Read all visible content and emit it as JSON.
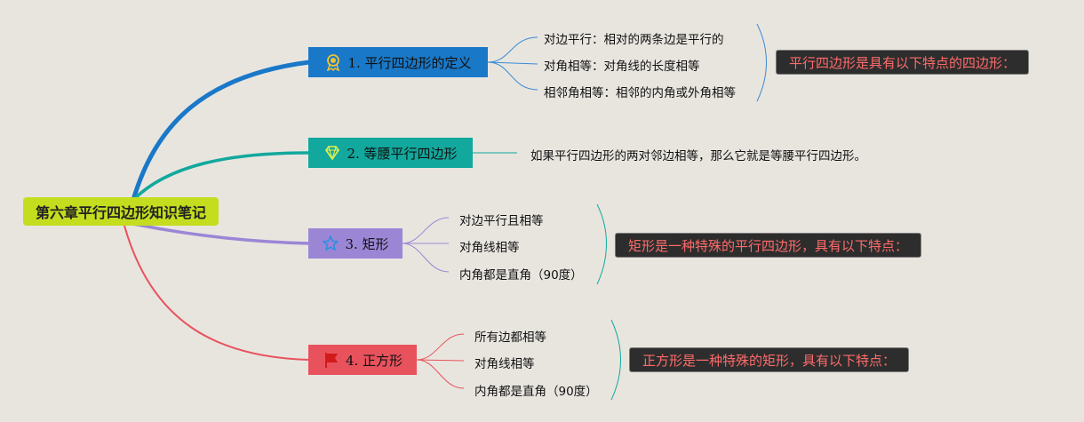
{
  "root": {
    "label": "第六章平行四边形知识笔记",
    "color": "#c4dd1e"
  },
  "branches": [
    {
      "label": "1. 平行四边形的定义",
      "color": "#1a78c8",
      "icon": "award-ribbon-icon",
      "items": [
        "对边平行：相对的两条边是平行的",
        "对角相等：对角线的长度相等",
        "相邻角相等：相邻的内角或外角相等"
      ],
      "summary": "平行四边形是具有以下特点的四边形："
    },
    {
      "label": "2. 等腰平行四边形",
      "color": "#12a89d",
      "icon": "diamond-icon",
      "items": [
        "如果平行四边形的两对邻边相等，那么它就是等腰平行四边形。"
      ]
    },
    {
      "label": "3. 矩形",
      "color": "#9b86d6",
      "icon": "star-icon",
      "items": [
        "对边平行且相等",
        "对角线相等",
        "内角都是直角（90度）"
      ],
      "summary": "矩形是一种特殊的平行四边形，具有以下特点："
    },
    {
      "label": "4. 正方形",
      "color": "#e8525c",
      "icon": "flag-icon",
      "items": [
        "所有边都相等",
        "对角线相等",
        "内角都是直角（90度）"
      ],
      "summary": "正方形是一种特殊的矩形，具有以下特点："
    }
  ]
}
